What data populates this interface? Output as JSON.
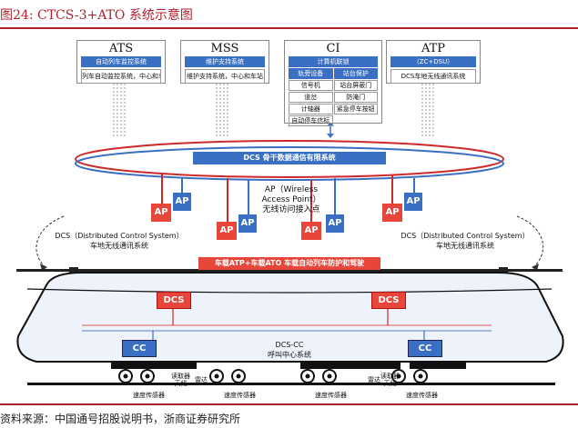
{
  "figure": {
    "title": "图24:   CTCS-3+ATO 系统示意图",
    "source": "资料来源：中国通号招股说明书，浙商证券研究所"
  },
  "systems": {
    "ats": {
      "title": "ATS",
      "subtitle": "自动列车监控系统",
      "desc": "列车自动监控系统，中心和车站"
    },
    "mss": {
      "title": "MSS",
      "subtitle": "维护支持系统",
      "desc": "维护支持系统，中心和车站"
    },
    "ci": {
      "title": "CI",
      "subtitle": "计算机联锁",
      "cells": [
        [
          "轨旁设备",
          "站台保护"
        ],
        [
          "信号机",
          "站台屏蔽门"
        ],
        [
          "道岔",
          "防淹门"
        ],
        [
          "计轴器",
          "紧急停车按钮"
        ]
      ],
      "last": "自动停车信标"
    },
    "atp": {
      "title": "ATP",
      "subtitle": "（ZC+DSU）",
      "desc": "DCS车地无线通讯系统"
    }
  },
  "backbone": {
    "label": "DCS 骨干数据通信有限系统"
  },
  "ap": {
    "label": "AP",
    "desc_line1": "AP（Wireless",
    "desc_line2": "Access Point）",
    "desc_line3": "无线访问接入点"
  },
  "dcs_note": {
    "line1": "DCS（Distributed Control System）",
    "line2": "车地无线通讯系统"
  },
  "train": {
    "banner": "车载ATP+车载ATO 车载自动列车防护和驾驶",
    "dcs": "DCS",
    "cc": "CC",
    "center_line1": "DCS-CC",
    "center_line2": "呼叫中心系统",
    "speed_sensor": "速度传感器",
    "radar": "雷达",
    "antenna_line1": "读取器",
    "antenna_line2": "天线"
  },
  "colors": {
    "accent_red": "#e8463a",
    "accent_blue": "#3a6fc4",
    "title_red": "#b21f2d"
  }
}
